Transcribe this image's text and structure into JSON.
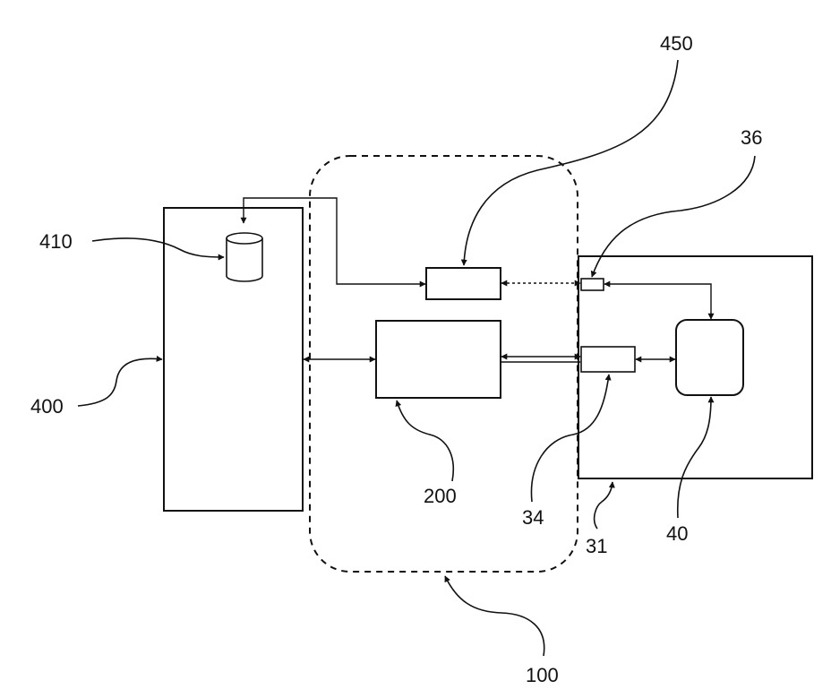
{
  "labels": {
    "l450": "450",
    "l36": "36",
    "l410": "410",
    "l400": "400",
    "l200": "200",
    "l34": "34",
    "l31": "31",
    "l40": "40",
    "l100": "100"
  }
}
